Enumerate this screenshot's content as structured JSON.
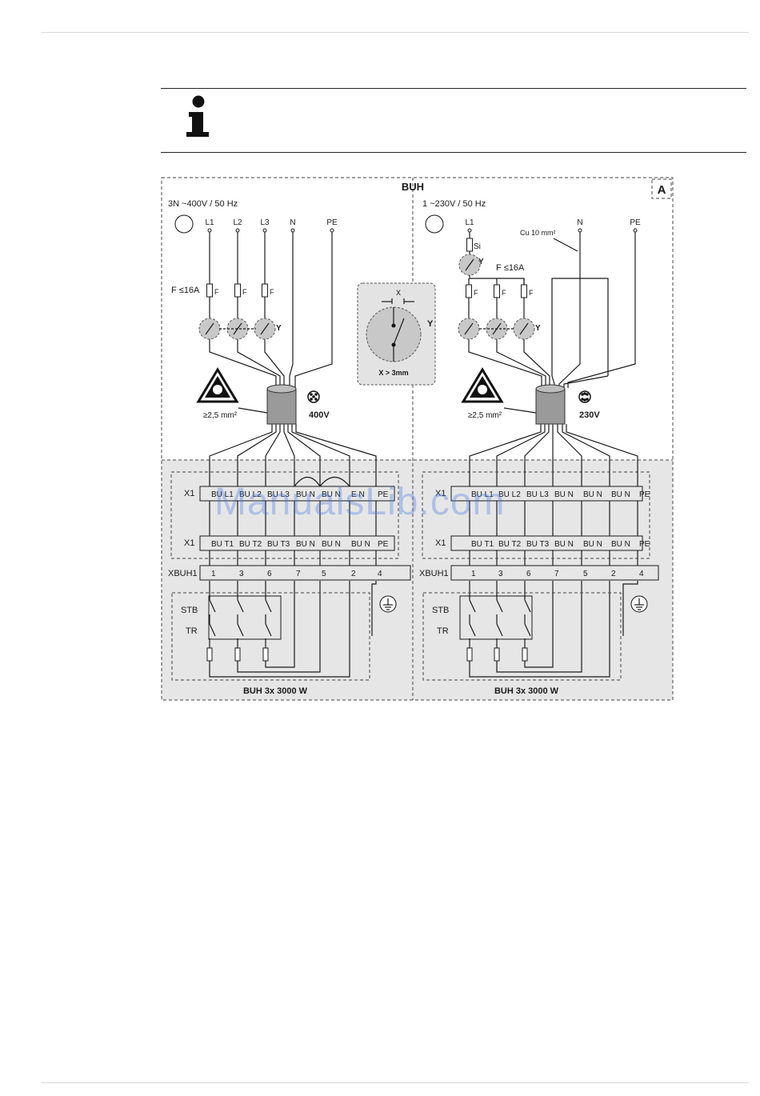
{
  "diagram": {
    "title": "BUH",
    "panel_label": "A",
    "left": {
      "supply": "3N ~400V / 50 Hz",
      "terminals": [
        "L1",
        "L2",
        "L3",
        "N",
        "PE"
      ],
      "fuse_rating": "F ≤16A",
      "fuse_label": "F",
      "switch_label": "Y",
      "cable_section": "≥2,5 mm²",
      "voltage": "400V",
      "x1_top": [
        "BU L1",
        "BU L2",
        "BU L3",
        "BU N",
        "BU N",
        "E N",
        "PE"
      ],
      "x1_bottom": [
        "BU T1",
        "BU T2",
        "BU T3",
        "BU N",
        "BU N",
        "BU N",
        "PE"
      ],
      "xbuh1": [
        "1",
        "3",
        "6",
        "7",
        "5",
        "2",
        "4"
      ],
      "stb": "STB",
      "tr": "TR",
      "heater": "BUH 3x 3000 W"
    },
    "right": {
      "supply": "1 ~230V / 50 Hz",
      "terminals": [
        "L1",
        "N",
        "PE"
      ],
      "fuse_top": "Si",
      "cable_note": "Cu 10 mm²",
      "fuse_rating": "F ≤16A",
      "fuse_label": "F",
      "switch_label": "Y",
      "cable_section": "≥2,5 mm²",
      "voltage": "230V",
      "x1_top": [
        "BU L1",
        "BU L2",
        "BU L3",
        "BU N",
        "BU N",
        "BU N",
        "PE"
      ],
      "x1_bottom": [
        "BU T1",
        "BU T2",
        "BU T3",
        "BU N",
        "BU N",
        "BU N",
        "PE"
      ],
      "xbuh1": [
        "1",
        "3",
        "6",
        "7",
        "5",
        "2",
        "4"
      ],
      "stb": "STB",
      "tr": "TR",
      "heater": "BUH 3x 3000 W"
    },
    "detail": {
      "x_label": "X",
      "y_label": "Y",
      "gap_note": "X > 3mm"
    },
    "row_labels": {
      "x1": "X1",
      "xbuh1": "XBUH1"
    }
  },
  "watermark": "ManualsLib.com",
  "colors": {
    "lower_panel": "#e6e6e6",
    "switch_fill": "#c8c8c8",
    "detail_fill": "#e3e3e3",
    "watermark": "#4678e6"
  }
}
